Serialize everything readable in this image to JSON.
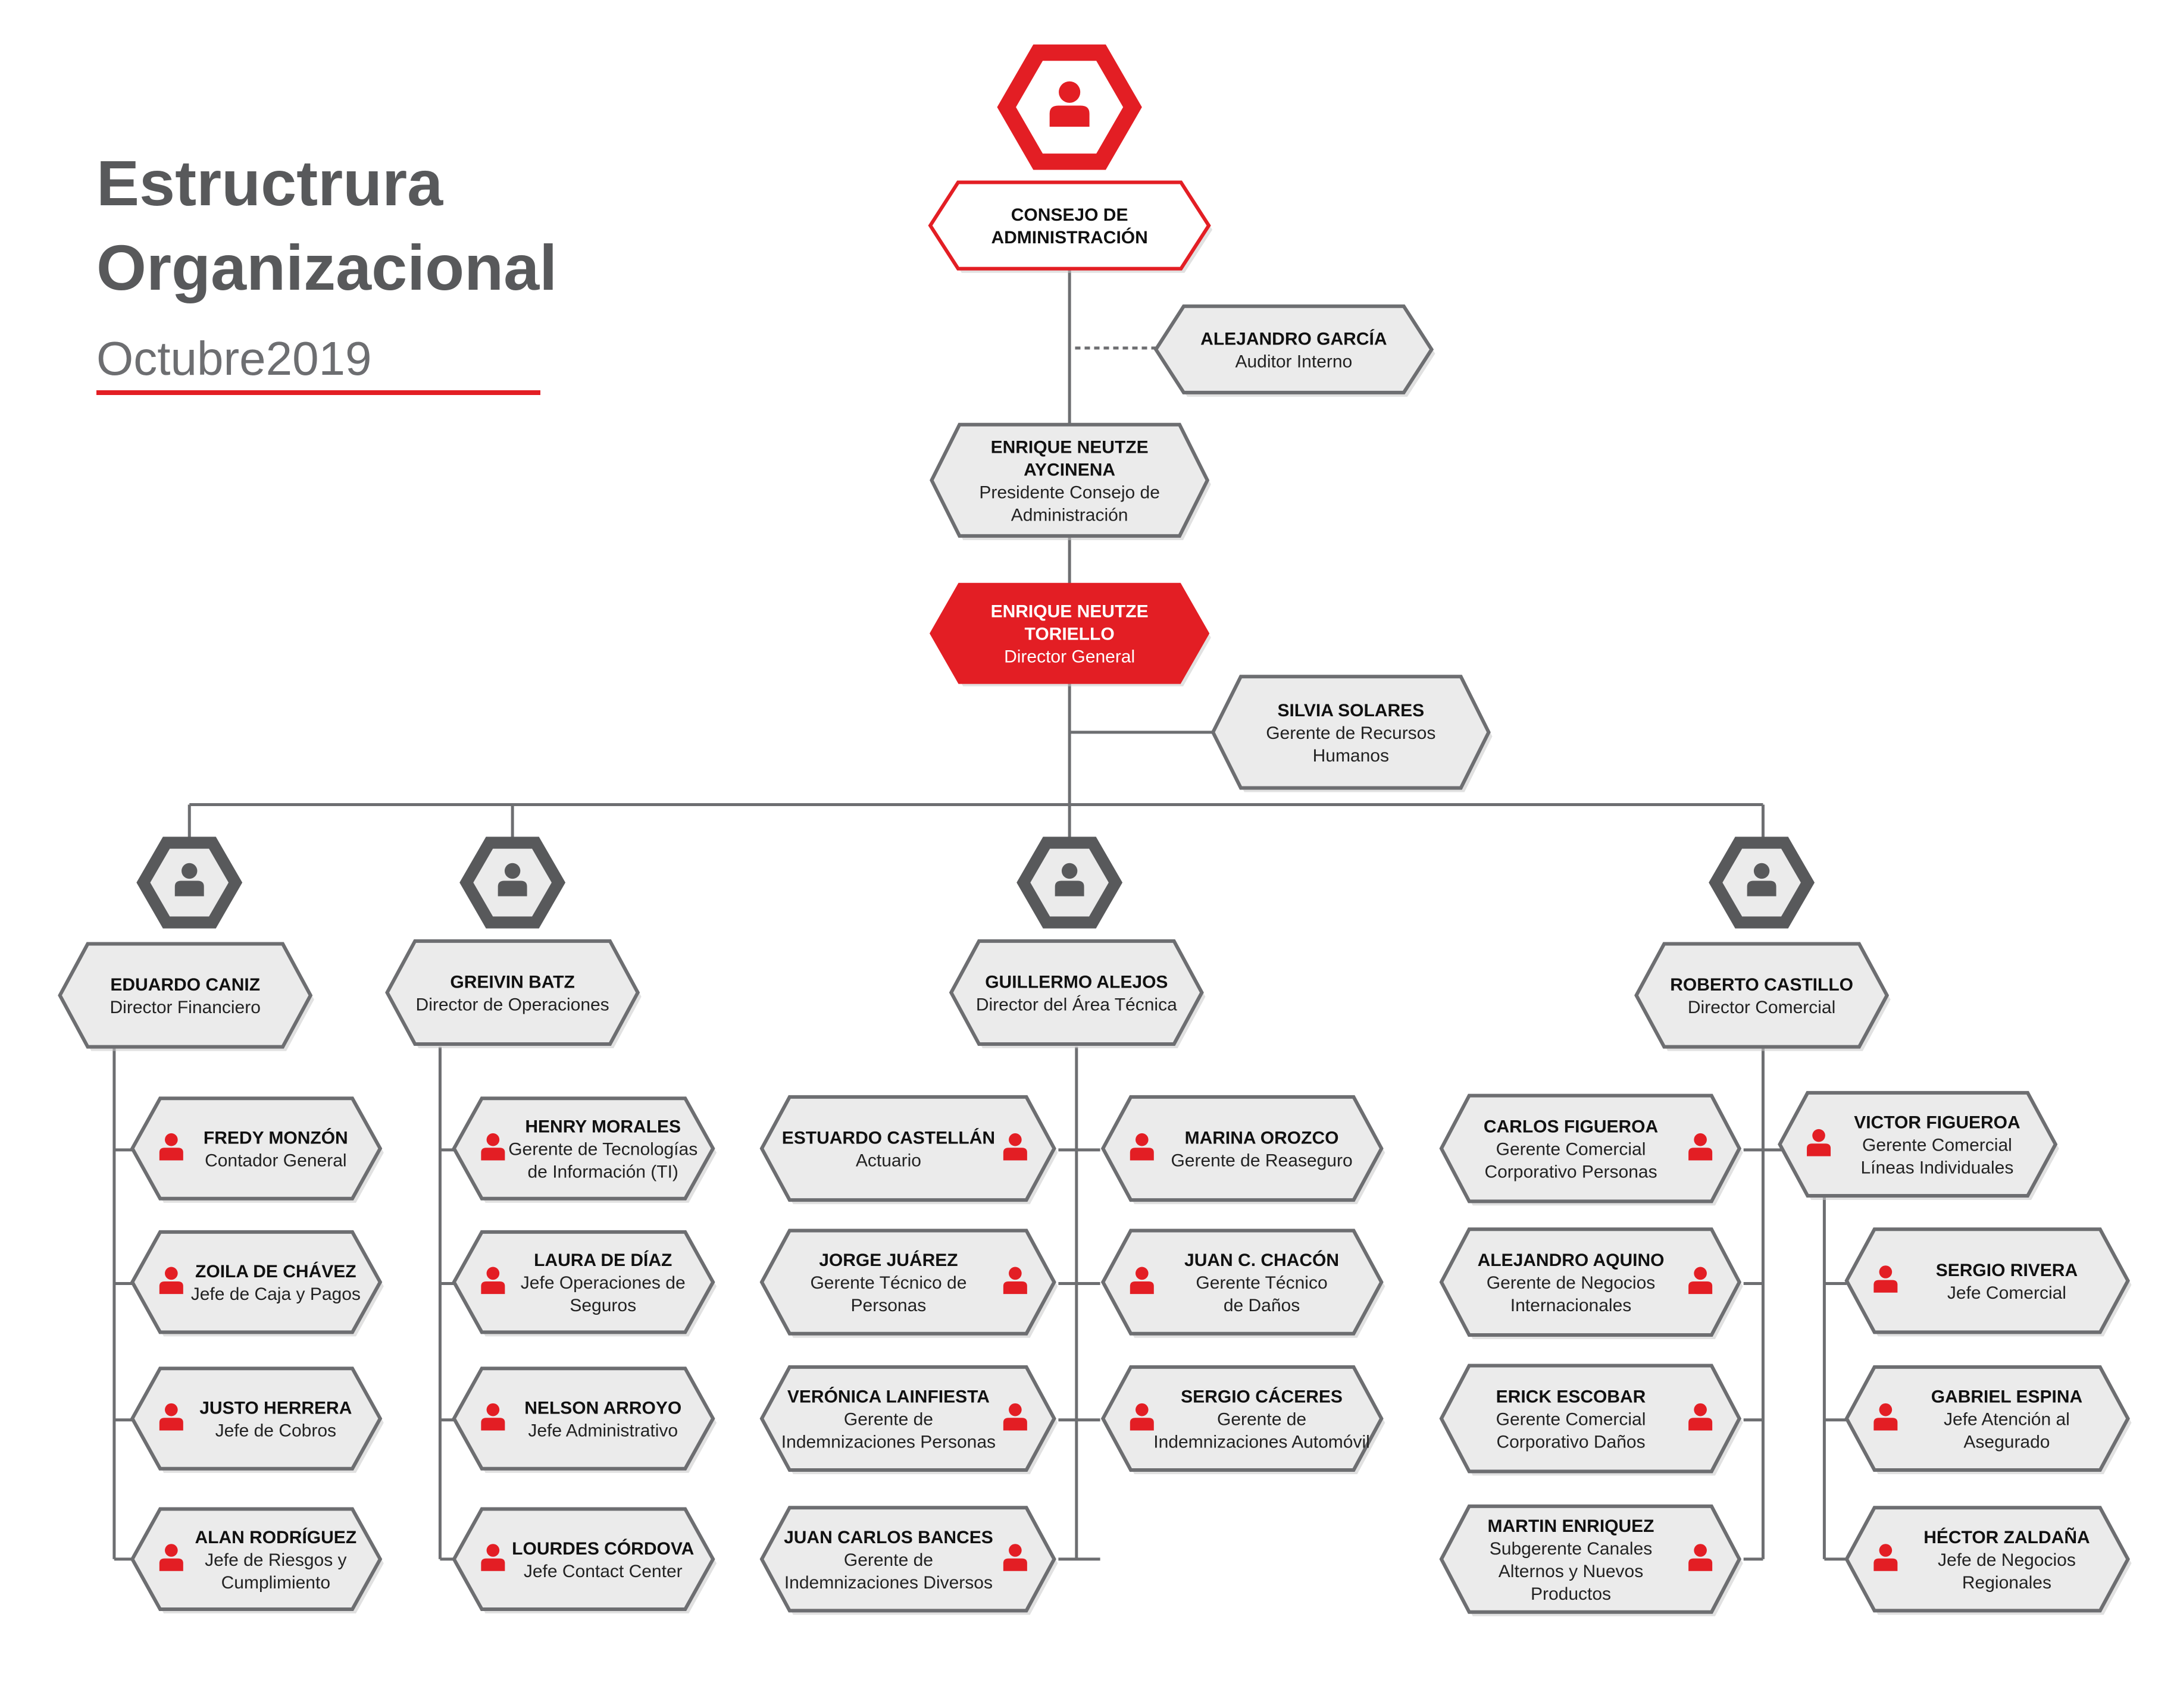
{
  "header": {
    "title_line1": "Estructrura",
    "title_line2": "Organizacional",
    "subtitle": "Octubre2019"
  },
  "colors": {
    "accent": "#e31e24",
    "box_fill": "#ebebeb",
    "box_border": "#6d6e71",
    "line": "#6d6e71"
  },
  "top": {
    "board": {
      "name": [
        "CONSEJO DE",
        "ADMINISTRACIÓN"
      ],
      "role": []
    },
    "auditor": {
      "name": [
        "ALEJANDRO GARCÍA"
      ],
      "role": [
        "Auditor Interno"
      ]
    },
    "president": {
      "name": [
        "ENRIQUE NEUTZE",
        "AYCINENA"
      ],
      "role": [
        "Presidente Consejo de",
        "Administración"
      ]
    },
    "director_general": {
      "name": [
        "ENRIQUE NEUTZE",
        "TORIELLO"
      ],
      "role": [
        "Director General"
      ]
    },
    "hr": {
      "name": [
        "SILVIA SOLARES"
      ],
      "role": [
        "Gerente de Recursos",
        "Humanos"
      ]
    }
  },
  "directors": [
    {
      "name": [
        "EDUARDO CANIZ"
      ],
      "role": [
        "Director Financiero"
      ]
    },
    {
      "name": [
        "GREIVIN BATZ"
      ],
      "role": [
        "Director de Operaciones"
      ]
    },
    {
      "name": [
        "GUILLERMO ALEJOS"
      ],
      "role": [
        "Director del Área Técnica"
      ]
    },
    {
      "name": [
        "ROBERTO CASTILLO"
      ],
      "role": [
        "Director Comercial"
      ]
    }
  ],
  "finance_staff": [
    {
      "name": [
        "FREDY MONZÓN"
      ],
      "role": [
        "Contador General"
      ]
    },
    {
      "name": [
        "ZOILA DE CHÁVEZ"
      ],
      "role": [
        "Jefe de Caja y Pagos"
      ]
    },
    {
      "name": [
        "JUSTO HERRERA"
      ],
      "role": [
        "Jefe de Cobros"
      ]
    },
    {
      "name": [
        "ALAN RODRÍGUEZ"
      ],
      "role": [
        "Jefe de Riesgos y",
        "Cumplimiento"
      ]
    }
  ],
  "operations_staff": [
    {
      "name": [
        "HENRY MORALES"
      ],
      "role": [
        "Gerente de Tecnologías",
        "de Información (TI)"
      ]
    },
    {
      "name": [
        "LAURA DE DÍAZ"
      ],
      "role": [
        "Jefe Operaciones de",
        "Seguros"
      ]
    },
    {
      "name": [
        "NELSON ARROYO"
      ],
      "role": [
        "Jefe Administrativo"
      ]
    },
    {
      "name": [
        "LOURDES CÓRDOVA"
      ],
      "role": [
        "Jefe Contact Center"
      ]
    }
  ],
  "technical_left": [
    {
      "name": [
        "ESTUARDO CASTELLÁN"
      ],
      "role": [
        "Actuario"
      ]
    },
    {
      "name": [
        "JORGE JUÁREZ"
      ],
      "role": [
        "Gerente Técnico de",
        "Personas"
      ]
    },
    {
      "name": [
        "VERÓNICA LAINFIESTA"
      ],
      "role": [
        "Gerente de",
        "Indemnizaciones Personas"
      ]
    },
    {
      "name": [
        "JUAN CARLOS BANCES"
      ],
      "role": [
        "Gerente de",
        "Indemnizaciones Diversos"
      ]
    }
  ],
  "technical_right": [
    {
      "name": [
        "MARINA OROZCO"
      ],
      "role": [
        "Gerente de Reaseguro"
      ]
    },
    {
      "name": [
        "JUAN C. CHACÓN"
      ],
      "role": [
        "Gerente Técnico",
        "de Daños"
      ]
    },
    {
      "name": [
        "SERGIO CÁCERES"
      ],
      "role": [
        "Gerente de",
        "Indemnizaciones Automóvil"
      ]
    }
  ],
  "commercial_left": [
    {
      "name": [
        "CARLOS FIGUEROA"
      ],
      "role": [
        "Gerente Comercial",
        "Corporativo Personas"
      ]
    },
    {
      "name": [
        "ALEJANDRO AQUINO"
      ],
      "role": [
        "Gerente de Negocios",
        "Internacionales"
      ]
    },
    {
      "name": [
        "ERICK ESCOBAR"
      ],
      "role": [
        "Gerente Comercial",
        "Corporativo Daños"
      ]
    },
    {
      "name": [
        "MARTIN ENRIQUEZ"
      ],
      "role": [
        "Subgerente Canales",
        "Alternos y Nuevos",
        "Productos"
      ]
    }
  ],
  "commercial_right_manager": {
    "name": [
      "VICTOR FIGUEROA"
    ],
    "role": [
      "Gerente Comercial",
      "Líneas Individuales"
    ]
  },
  "commercial_right_staff": [
    {
      "name": [
        "SERGIO RIVERA"
      ],
      "role": [
        "Jefe Comercial"
      ]
    },
    {
      "name": [
        "GABRIEL ESPINA"
      ],
      "role": [
        "Jefe Atención al",
        "Asegurado"
      ]
    },
    {
      "name": [
        "HÉCTOR ZALDAÑA"
      ],
      "role": [
        "Jefe de Negocios",
        "Regionales"
      ]
    }
  ]
}
